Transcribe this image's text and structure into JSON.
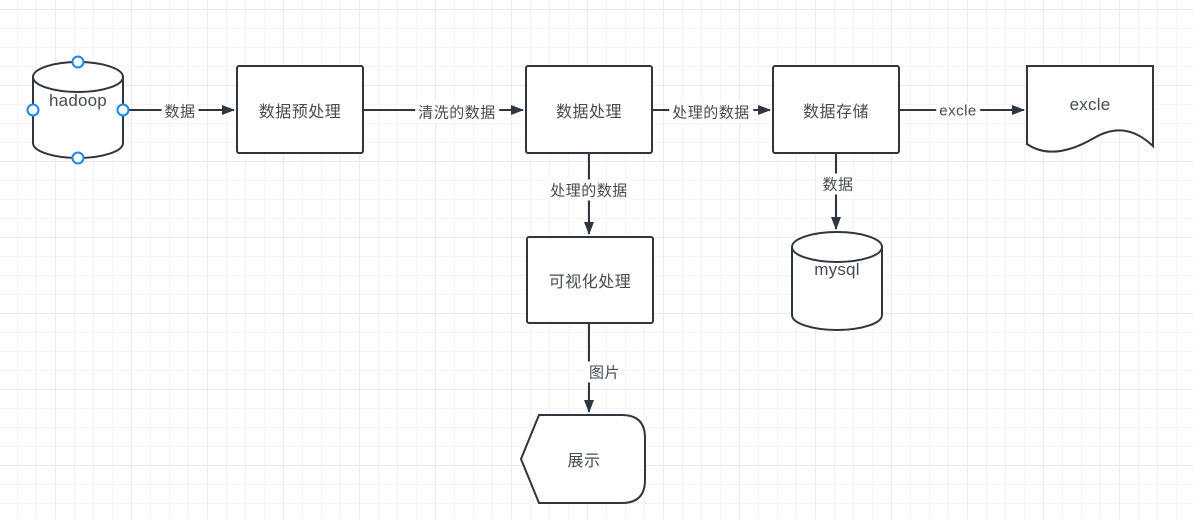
{
  "colors": {
    "stroke": "#2f3640",
    "text": "#454b52",
    "handle": "#1e88e5",
    "node-fill": "#ffffff",
    "canvas-bg": "#ffffff",
    "grid-minor": "#f4f4f6",
    "grid-major": "#eaeaee"
  },
  "diagram": {
    "nodes": {
      "hadoop": {
        "label": "hadoop",
        "shape": "cylinder",
        "selected": true
      },
      "preprocess": {
        "label": "数据预处理",
        "shape": "rectangle"
      },
      "process": {
        "label": "数据处理",
        "shape": "rectangle"
      },
      "storage": {
        "label": "数据存储",
        "shape": "rectangle"
      },
      "excel": {
        "label": "excle",
        "shape": "document"
      },
      "visualize": {
        "label": "可视化处理",
        "shape": "rectangle"
      },
      "mysql": {
        "label": "mysql",
        "shape": "cylinder"
      },
      "display": {
        "label": "展示",
        "shape": "display"
      }
    },
    "edges": {
      "hadoop_to_preprocess": {
        "from": "hadoop",
        "to": "preprocess",
        "label": "数据"
      },
      "preprocess_to_process": {
        "from": "preprocess",
        "to": "process",
        "label": "清洗的数据"
      },
      "process_to_storage": {
        "from": "process",
        "to": "storage",
        "label": "处理的数据"
      },
      "storage_to_excel": {
        "from": "storage",
        "to": "excel",
        "label": "excle"
      },
      "process_to_visualize": {
        "from": "process",
        "to": "visualize",
        "label": "处理的数据"
      },
      "visualize_to_display": {
        "from": "visualize",
        "to": "display",
        "label": "图片"
      },
      "storage_to_mysql": {
        "from": "storage",
        "to": "mysql",
        "label": "数据"
      }
    }
  }
}
